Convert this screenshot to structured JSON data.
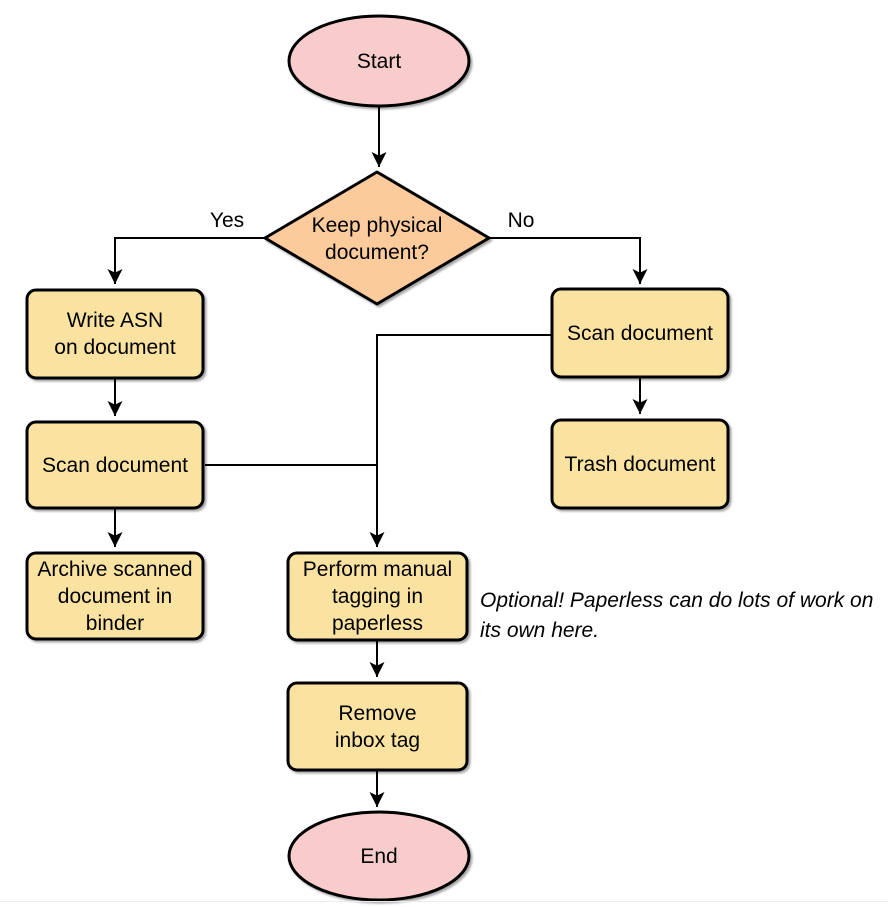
{
  "flowchart": {
    "start": {
      "label": "Start"
    },
    "decision": {
      "label": "Keep physical\ndocument?"
    },
    "branch_labels": {
      "yes": "Yes",
      "no": "No"
    },
    "processes": {
      "write_asn": {
        "label": "Write ASN\non document"
      },
      "scan_left": {
        "label": "Scan document"
      },
      "archive": {
        "label": "Archive scanned\ndocument in\nbinder"
      },
      "scan_right": {
        "label": "Scan document"
      },
      "trash": {
        "label": "Trash document"
      },
      "tagging": {
        "label": "Perform manual\ntagging in\npaperless"
      },
      "remove_inbox": {
        "label": "Remove\ninbox tag"
      }
    },
    "note": {
      "text": "Optional! Paperless can do lots of work on\nits own here."
    },
    "end": {
      "label": "End"
    },
    "colors": {
      "terminal_fill": "#F9CCCC",
      "decision_fill": "#FCCB9C",
      "process_fill": "#FAE3A0",
      "stroke": "#000000"
    }
  }
}
